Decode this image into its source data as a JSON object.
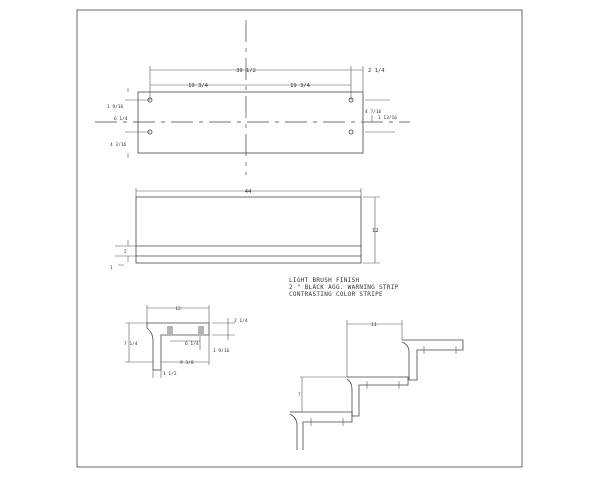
{
  "plan_view": {
    "overall_hole_spacing": "39 1/2",
    "half_spacing_left": "19 3/4",
    "half_spacing_right": "19 3/4",
    "end_offset": "2 1/4",
    "left_top_offset": "1 9/16",
    "left_hole_spacing": "6 1/4",
    "left_bottom_offset": "4 3/16",
    "right_offset": "4 7/16",
    "right_small_offset": "1 13/16"
  },
  "front_view": {
    "length": "44",
    "height": "12",
    "strip_width": "2",
    "bottom_gap": "1"
  },
  "notes": [
    "LIGHT BRUSH FINISH",
    "2 \" BLACK AGG. WARNING STRIP",
    "CONTRASTING COLOR STRIPE"
  ],
  "section_view": {
    "depth": "12",
    "height": "7 1/4",
    "nose_drop": "2 1/4",
    "anchor_spacing": "6 1/4",
    "anchor_offset": "1 9/16",
    "inner_width": "9 3/8",
    "riser_thickness": "1 1/2"
  },
  "stair_view": {
    "tread": "11",
    "riser": "7"
  }
}
